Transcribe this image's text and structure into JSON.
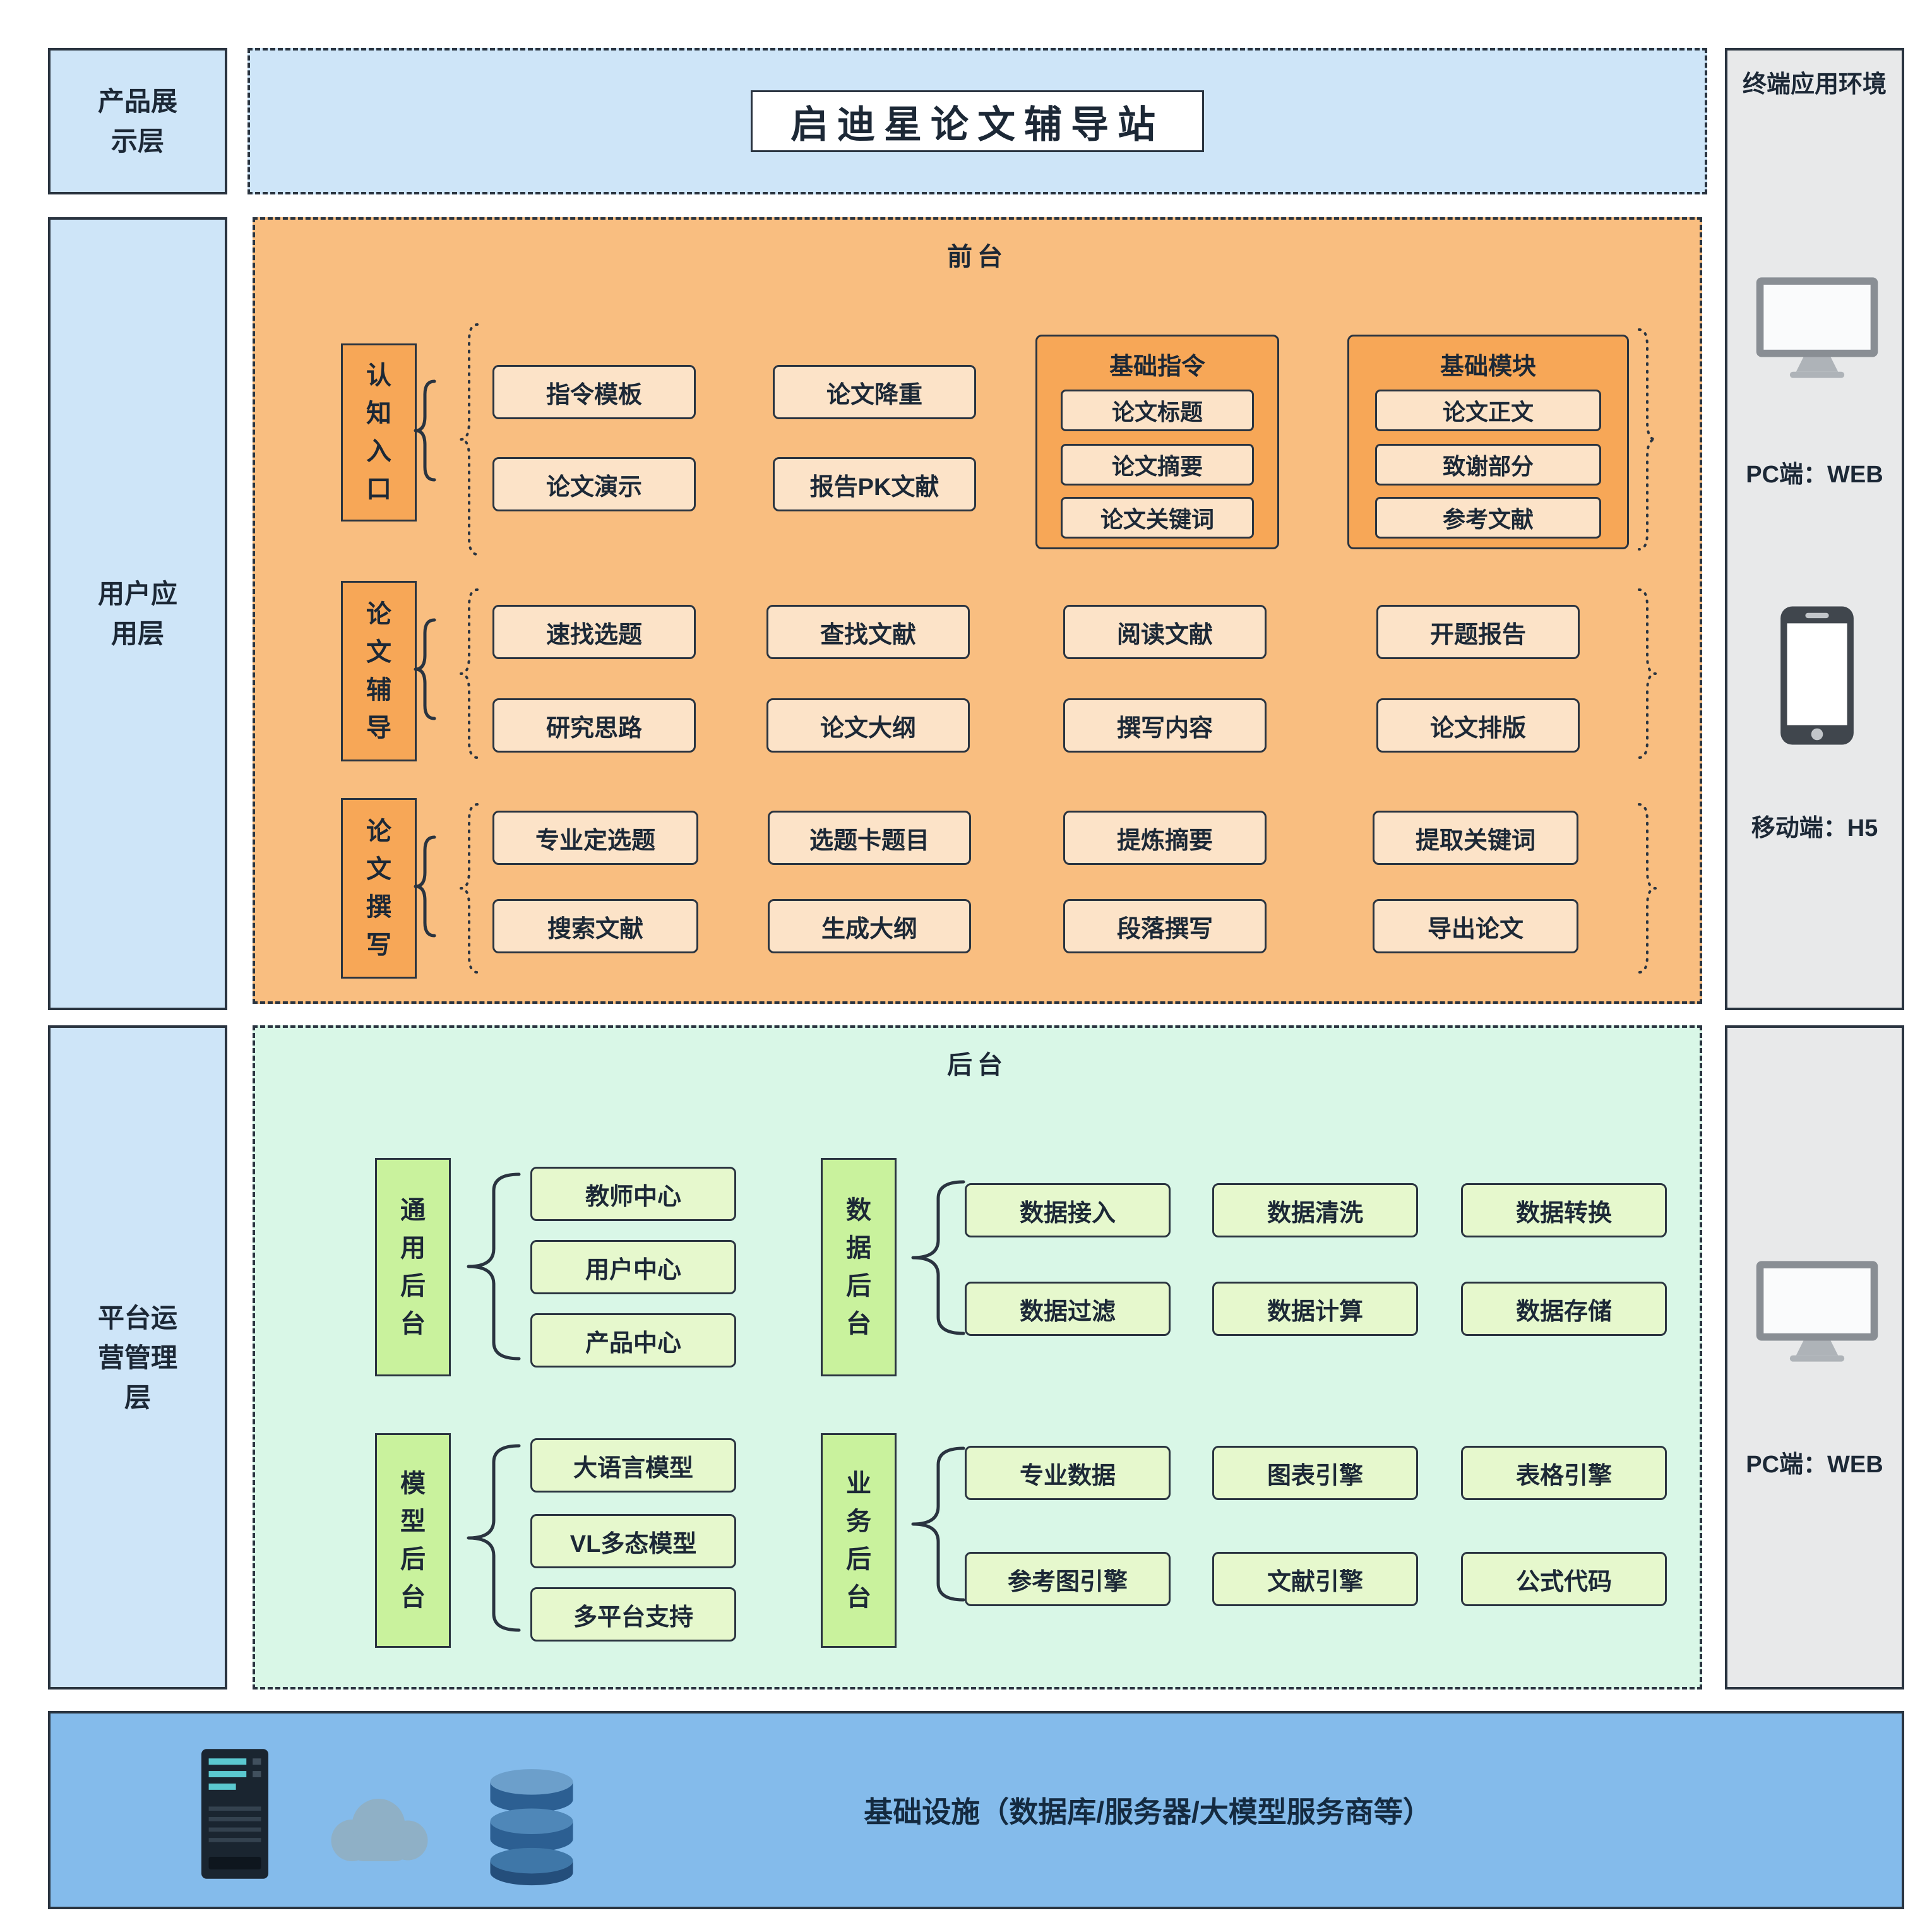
{
  "title": "启迪星论文辅导站",
  "colors": {
    "border": "#2A3440",
    "layer_blue": "#CEE5F8",
    "front_orange": "#F9BE80",
    "front_accent": "#F7A757",
    "front_item": "#FCE3C8",
    "back_mint": "#D9F7E7",
    "back_label_green": "#C9F29D",
    "back_item_green": "#E6F8CD",
    "infra_blue": "#84BBEB",
    "terminal_gray": "#E8E9EA"
  },
  "left_layers": {
    "product": "产品展示层",
    "user": "用户应用层",
    "platform": "平台运营管理层"
  },
  "terminal": {
    "title": "终端应用环境",
    "pc_web": "PC端：WEB",
    "mobile_h5": "移动端：H5",
    "pc_web_2": "PC端：WEB"
  },
  "frontend": {
    "title": "前台",
    "row1": {
      "label": "认知入口",
      "items": [
        "指令模板",
        "论文演示",
        "论文降重",
        "报告PK文献"
      ],
      "group1": {
        "title": "基础指令",
        "items": [
          "论文标题",
          "论文摘要",
          "论文关键词"
        ]
      },
      "group2": {
        "title": "基础模块",
        "items": [
          "论文正文",
          "致谢部分",
          "参考文献"
        ]
      }
    },
    "row2": {
      "label": "论文辅导",
      "items": [
        "速找选题",
        "研究思路",
        "查找文献",
        "论文大纲",
        "阅读文献",
        "撰写内容",
        "开题报告",
        "论文排版"
      ]
    },
    "row3": {
      "label": "论文撰写",
      "items": [
        "专业定选题",
        "搜索文献",
        "选题卡题目",
        "生成大纲",
        "提炼摘要",
        "段落撰写",
        "提取关键词",
        "导出论文"
      ]
    }
  },
  "backend": {
    "title": "后台",
    "general": {
      "label": "通用后台",
      "items": [
        "教师中心",
        "用户中心",
        "产品中心"
      ]
    },
    "data": {
      "label": "数据后台",
      "items": [
        "数据接入",
        "数据清洗",
        "数据转换",
        "数据过滤",
        "数据计算",
        "数据存储"
      ]
    },
    "model": {
      "label": "模型后台",
      "items": [
        "大语言模型",
        "VL多态模型",
        "多平台支持"
      ]
    },
    "business": {
      "label": "业务后台",
      "items": [
        "专业数据",
        "图表引擎",
        "表格引擎",
        "参考图引擎",
        "文献引擎",
        "公式代码"
      ]
    }
  },
  "infrastructure": {
    "label": "基础设施（数据库/服务器/大模型服务商等）"
  }
}
